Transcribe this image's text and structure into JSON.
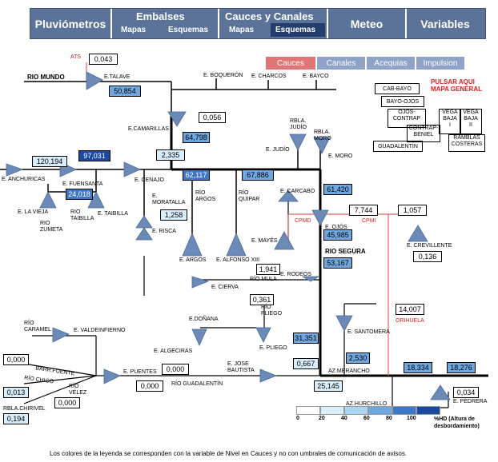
{
  "nav": {
    "pluv": "Pluviómetros",
    "embalses": "Embalses",
    "emb_mapas": "Mapas",
    "emb_esquemas": "Esquemas",
    "cauces": "Cauces y Canales",
    "cau_mapas": "Mapas",
    "cau_esquemas": "Esquemas",
    "meteo": "Meteo",
    "variables": "Variables"
  },
  "tabs": [
    "Cauces",
    "Canales",
    "Acequias",
    "Impulsion"
  ],
  "colors": {
    "nav": "#5b7398",
    "tab_active": "#e07575",
    "tab": "#8fa3c8",
    "icon": "#6b8ab8",
    "river": "#000000",
    "channel": "#e06060"
  },
  "values": {
    "ats": "0,043",
    "talave": "50,854",
    "camarillas_1": "0,056",
    "camarillas_2": "64,798",
    "anchuricas": "120,194",
    "fuensanta_1": "97,031",
    "fuensanta_2": "24,018",
    "cenajo_1": "2,335",
    "cenajo_2": "62,117",
    "moratalla": "1,258",
    "quipar": "67,886",
    "carcabo": "61,420",
    "ojos_1": "7,744",
    "ojos_2": "45,985",
    "segura": "53,167",
    "crevillente_1": "1,057",
    "crevillente_2": "0,136",
    "mula": "1,941",
    "cierva": "0,361",
    "orihuela": "14,007",
    "pliego": "31,351",
    "santomera": "2,530",
    "algeciras": "0,667",
    "merancho_1": "18,334",
    "merancho_2": "18,276",
    "merancho_3": "25,145",
    "pedrera": "0,034",
    "puentes_1": "0,000",
    "puentes_2": "0,000",
    "barr_fuente": "0,000",
    "chico": "0,013",
    "velez": "0,000",
    "chirivel": "0,194"
  },
  "labels": {
    "ats": "ATS",
    "rio_mundo": "RIO MUNDO",
    "talave": "E.TALAVE",
    "boqueron": "E. BOQUERÓN",
    "charcos": "E. CHARCOS",
    "bayco": "E. BAYCO",
    "camarillas": "E.CAMARILLAS",
    "judio_rbla": "RBLA.\nJUDÍO",
    "moro_rbla": "RBLA.\nMORO",
    "e_judio": "E. JUDÍO",
    "e_moro": "E. MORO",
    "anchuricas": "E. ANCHURICAS",
    "fuensanta": "E. FUENSANTA",
    "cenajo": "E. CENAJO",
    "la_vieja": "E. LA VIEJA",
    "zumeta": "RIO\nZUMETA",
    "taibilla_rio": "RIO\nTAIBILLA",
    "taibilla": "E. TAIBILLA",
    "moratalla": "E.\nMORATALLA",
    "risca": "E. RISCA",
    "rio_argos": "RÍO\nARGOS",
    "rio_quipar": "RÍO\nQUIPAR",
    "e_argos": "E. ARGOS",
    "alfonso": "E. ALFONSO XIII",
    "carcabo": "E. CARCABO",
    "cpmd": "CPMD",
    "cpmi": "CPMI",
    "mayes": "E. MAYÉS",
    "ojos": "E. OJÓS",
    "rio_segura": "RIO SEGURA",
    "crevillente": "E. CREVILLENTE",
    "rodeos": "E. RODEOS",
    "rio_mula": "RÍO MULA",
    "cierva": "E. CIERVA",
    "rio_pliego": "RÍO\nPLIEGO",
    "e_pliego": "E. PLIEGO",
    "donana": "E.DOÑANA",
    "algeciras": "E. ALGECIRAS",
    "caramel": "RÍO\nCARAMEL",
    "valdeinfierno": "E. VALDEINFIERNO",
    "barr_fuente": "BARR.FUENTE",
    "rio_chico": "RÍO CHICO",
    "rio_velez": "RÍO\nVÉLEZ",
    "chirivel": "RBLA.CHIRIVEL",
    "puentes": "E. PUENTES",
    "guadalentin": "RÍO GUADALENTÍN",
    "jose_bautista": "E. JOSE\nBAUTISTA",
    "santomera": "E. SANTOMERA",
    "orihuela": "ORIHUELA",
    "merancho": "AZ.MERANCHO",
    "hurchillo": "AZ.HURCHILLO",
    "pedrera": "E. PEDRERA"
  },
  "map_general": {
    "hint": "PULSAR AQUI\nMAPA GENERAL",
    "zones": [
      "CAB-BAYO",
      "BAYO-OJOS",
      "OJOS-\nCONTRAP",
      "CONTRAP-\nBENIEL",
      "VEGA\nBAJA\nI",
      "VEGA\nBAJA\nII",
      "RAMBLAS\nCOSTERAS",
      "GUADALENTÍN"
    ]
  },
  "legend": {
    "ticks": [
      "0",
      "20",
      "40",
      "60",
      "80",
      "100"
    ],
    "unit": "%HD (Altura de\ndesbordamiento)",
    "colors": [
      "#ffffff",
      "#d9eefc",
      "#a9d4f2",
      "#6fa7e0",
      "#3d78c8",
      "#1a4aa0"
    ]
  },
  "footer": {
    "note": "Los colores de la leyenda se corresponden con la variable de Nivel en Cauces y no con umbrales de comunicación de avisos."
  }
}
